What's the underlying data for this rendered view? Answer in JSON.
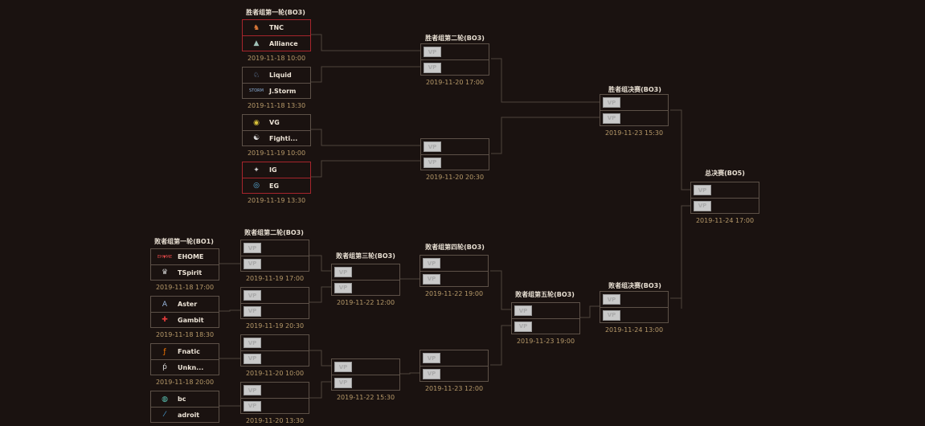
{
  "colors": {
    "background": "#1a1210",
    "line": "#4e443b",
    "time": "#b79a6a",
    "highlight": "#a6252c"
  },
  "tbd_label": "VP",
  "rounds": {
    "ub1": "胜者组第一轮(BO3)",
    "ub2": "胜者组第二轮(BO3)",
    "ubf": "胜者组决赛(BO3)",
    "gf": "总决赛(BO5)",
    "lb1": "败者组第一轮(BO1)",
    "lb2": "败者组第二轮(BO3)",
    "lb3": "败者组第三轮(BO3)",
    "lb4": "败者组第四轮(BO3)",
    "lb5": "败者组第五轮(BO3)",
    "lbf": "败者组决赛(BO3)"
  },
  "matches": {
    "ub1_1": {
      "time": "2019-11-18 10:00",
      "teams": [
        {
          "name": "TNC",
          "icon": "tnc-logo-icon"
        },
        {
          "name": "Alliance",
          "icon": "alliance-logo-icon"
        }
      ]
    },
    "ub1_2": {
      "time": "2019-11-18 13:30",
      "teams": [
        {
          "name": "Liquid",
          "icon": "liquid-logo-icon"
        },
        {
          "name": "J.Storm",
          "icon": "jstorm-logo-icon"
        }
      ]
    },
    "ub1_3": {
      "time": "2019-11-19 10:00",
      "teams": [
        {
          "name": "VG",
          "icon": "vg-logo-icon"
        },
        {
          "name": "Fighti...",
          "icon": "fighting-logo-icon"
        }
      ]
    },
    "ub1_4": {
      "time": "2019-11-19 13:30",
      "teams": [
        {
          "name": "IG",
          "icon": "ig-logo-icon"
        },
        {
          "name": "EG",
          "icon": "eg-logo-icon"
        }
      ]
    },
    "ub2_1": {
      "time": "2019-11-20 17:00"
    },
    "ub2_2": {
      "time": "2019-11-20 20:30"
    },
    "ubf": {
      "time": "2019-11-23 15:30"
    },
    "gf": {
      "time": "2019-11-24 17:00"
    },
    "lb1_1": {
      "time": "2019-11-18 17:00",
      "teams": [
        {
          "name": "EHOME",
          "icon": "ehome-logo-icon"
        },
        {
          "name": "TSpirit",
          "icon": "tspirit-logo-icon"
        }
      ]
    },
    "lb1_2": {
      "time": "2019-11-18 18:30",
      "teams": [
        {
          "name": "Aster",
          "icon": "aster-logo-icon"
        },
        {
          "name": "Gambit",
          "icon": "gambit-logo-icon"
        }
      ]
    },
    "lb1_3": {
      "time": "2019-11-18 20:00",
      "teams": [
        {
          "name": "Fnatic",
          "icon": "fnatic-logo-icon"
        },
        {
          "name": "Unkn...",
          "icon": "unknown-logo-icon"
        }
      ]
    },
    "lb1_4": {
      "time": "",
      "teams": [
        {
          "name": "bc",
          "icon": "bc-logo-icon"
        },
        {
          "name": "adroit",
          "icon": "adroit-logo-icon"
        }
      ]
    },
    "lb2_1": {
      "time": "2019-11-19 17:00"
    },
    "lb2_2": {
      "time": "2019-11-19 20:30"
    },
    "lb2_3": {
      "time": "2019-11-20 10:00"
    },
    "lb2_4": {
      "time": "2019-11-20 13:30"
    },
    "lb3_1": {
      "time": "2019-11-22 12:00"
    },
    "lb3_2": {
      "time": "2019-11-22 15:30"
    },
    "lb4_1": {
      "time": "2019-11-22 19:00"
    },
    "lb4_2": {
      "time": "2019-11-23 12:00"
    },
    "lb5": {
      "time": "2019-11-23 19:00"
    },
    "lbf": {
      "time": "2019-11-24 13:00"
    }
  }
}
